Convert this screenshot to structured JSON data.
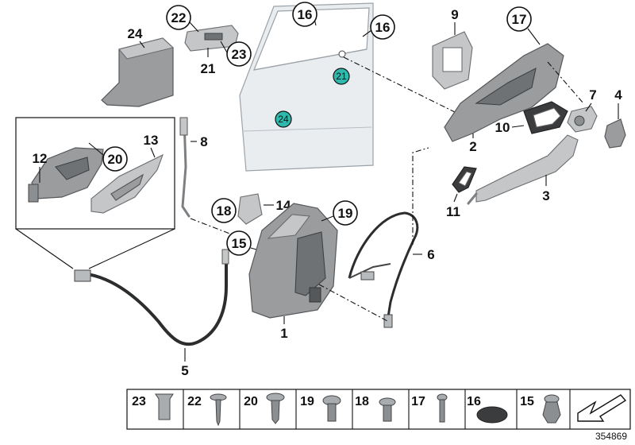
{
  "diagram_id": "354869",
  "part_labels": {
    "p1": "1",
    "p2": "2",
    "p3": "3",
    "p4": "4",
    "p5": "5",
    "p6": "6",
    "p7": "7",
    "p8": "8",
    "p9": "9",
    "p10": "10",
    "p11": "11",
    "p12": "12",
    "p13": "13",
    "p14": "14",
    "p15": "15",
    "p16a": "16",
    "p16b": "16",
    "p17": "17",
    "p18": "18",
    "p19": "19",
    "p20": "20",
    "p21": "21",
    "p21b": "21",
    "p22": "22",
    "p23": "23",
    "p24": "24",
    "p24b": "24"
  },
  "legend": [
    {
      "label": "23",
      "icon": "plastic-nut-icon"
    },
    {
      "label": "22",
      "icon": "screw-long-icon"
    },
    {
      "label": "20",
      "icon": "screw-washer-icon"
    },
    {
      "label": "19",
      "icon": "screw-torx-icon"
    },
    {
      "label": "18",
      "icon": "screw-flange-icon"
    },
    {
      "label": "17",
      "icon": "screw-thin-icon"
    },
    {
      "label": "16",
      "icon": "rubber-cap-icon"
    },
    {
      "label": "15",
      "icon": "expanding-rivet-icon"
    }
  ],
  "legend_last_icon": "arrow-down-left-icon"
}
